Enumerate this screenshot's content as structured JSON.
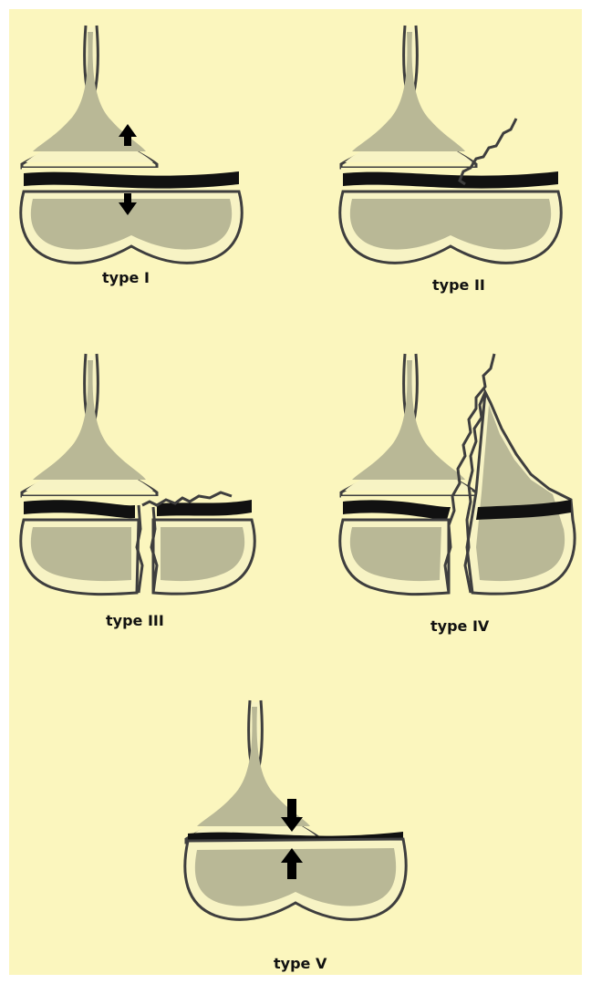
{
  "colors": {
    "background": "#fbf6be",
    "bone_fill": "#b9b896",
    "bone_halo": "#f7f3c4",
    "outline": "#3e3e3e",
    "physis": "#111111"
  },
  "fractures": [
    {
      "label": "type I"
    },
    {
      "label": "type II"
    },
    {
      "label": "type III"
    },
    {
      "label": "type IV"
    },
    {
      "label": "type V"
    }
  ]
}
